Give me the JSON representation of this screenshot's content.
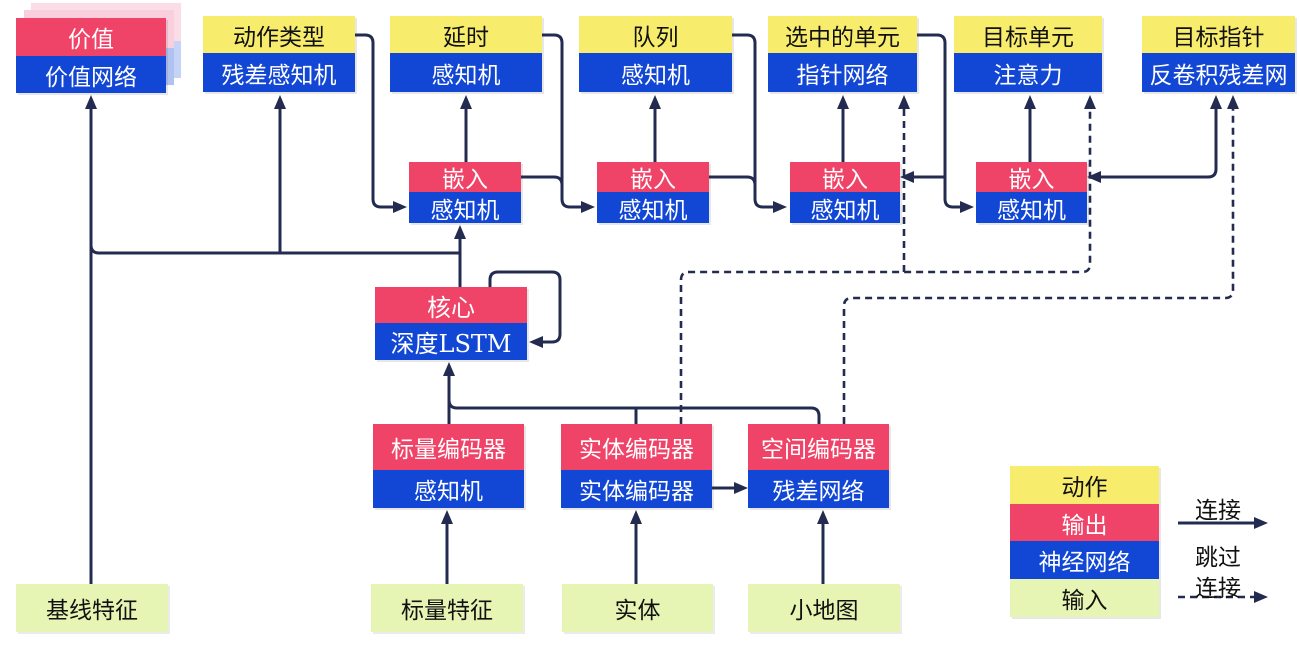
{
  "diagram": {
    "nodes": {
      "value": {
        "top": "价值",
        "bottom": "价值网络"
      },
      "action_type": {
        "top": "动作类型",
        "bottom": "残差感知机"
      },
      "delay": {
        "top": "延时",
        "bottom": "感知机"
      },
      "queue": {
        "top": "队列",
        "bottom": "感知机"
      },
      "selected_units": {
        "top": "选中的单元",
        "bottom": "指针网络"
      },
      "target_unit": {
        "top": "目标单元",
        "bottom": "注意力"
      },
      "target_pointer": {
        "top": "目标指针",
        "bottom": "反卷积残差网"
      },
      "embed1": {
        "top": "嵌入",
        "bottom": "感知机"
      },
      "embed2": {
        "top": "嵌入",
        "bottom": "感知机"
      },
      "embed3": {
        "top": "嵌入",
        "bottom": "感知机"
      },
      "embed4": {
        "top": "嵌入",
        "bottom": "感知机"
      },
      "core": {
        "top": "核心",
        "bottom": "深度LSTM"
      },
      "scalar_encoder": {
        "top": "标量编码器",
        "bottom": "感知机"
      },
      "entity_encoder": {
        "top": "实体编码器",
        "bottom": "实体编码器"
      },
      "spatial_encoder": {
        "top": "空间编码器",
        "bottom": "残差网络"
      },
      "baseline_features": {
        "label": "基线特征"
      },
      "scalar_features": {
        "label": "标量特征"
      },
      "entities": {
        "label": "实体"
      },
      "minimap": {
        "label": "小地图"
      }
    },
    "legend": {
      "action": "动作",
      "output": "输出",
      "neural_network": "神经网络",
      "input": "输入",
      "connection": "连接",
      "skip_line1": "跳过",
      "skip_line2": "连接"
    },
    "colors": {
      "action": "#f8ec6d",
      "output": "#ef4368",
      "neural_network": "#1247d5",
      "input": "#e6f5b3",
      "line": "#232c50",
      "shadow_pink": "#f9cfdd",
      "shadow_blue": "#afc2f2"
    }
  }
}
